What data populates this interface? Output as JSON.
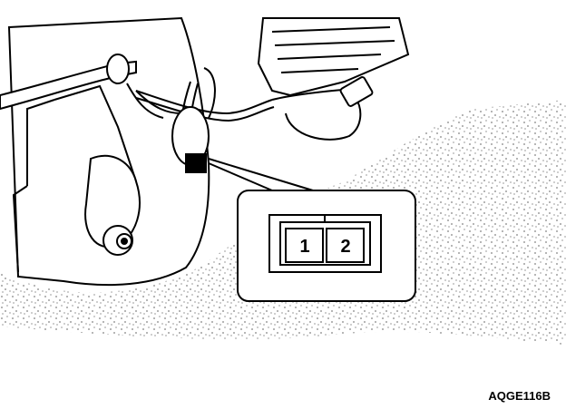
{
  "connector": {
    "pin_left": "1",
    "pin_right": "2"
  },
  "figure_code": "AQGE116B"
}
